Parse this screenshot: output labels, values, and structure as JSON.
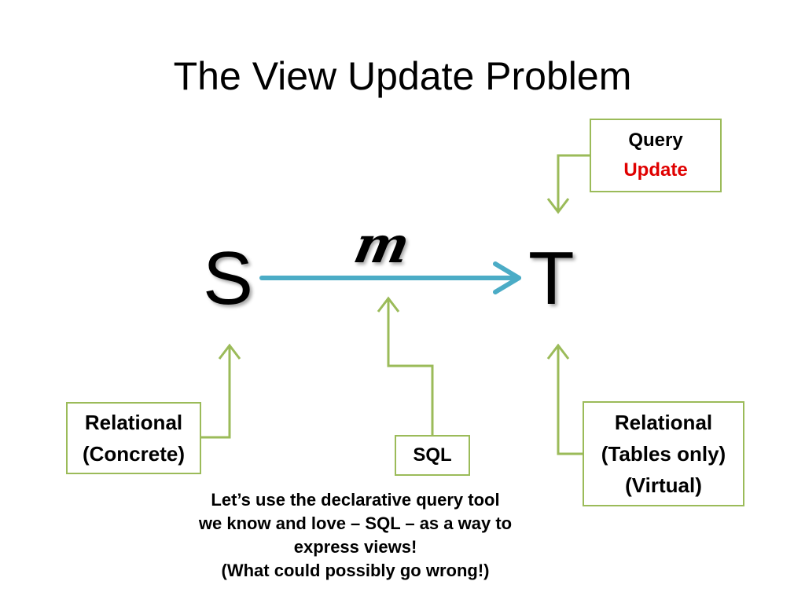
{
  "slide": {
    "title": "The View Update Problem",
    "source_label": "S",
    "target_label": "T",
    "mapping_label": "m"
  },
  "boxes": {
    "query": {
      "line1": "Query",
      "line2": "Update"
    },
    "concrete": {
      "line1": "Relational",
      "line2": "(Concrete)"
    },
    "sql": {
      "label": "SQL"
    },
    "virtual": {
      "line1": "Relational",
      "line2": "(Tables only)",
      "line3": "(Virtual)"
    }
  },
  "caption": {
    "line1": "Let’s use the declarative query tool",
    "line2": "we know and love – SQL – as a way to",
    "line3": "express views!",
    "line4": "(What could possibly go wrong!)"
  },
  "colors": {
    "main_arrow": "#4bacc6",
    "connector": "#9bbb59",
    "update_text": "#e00000"
  }
}
